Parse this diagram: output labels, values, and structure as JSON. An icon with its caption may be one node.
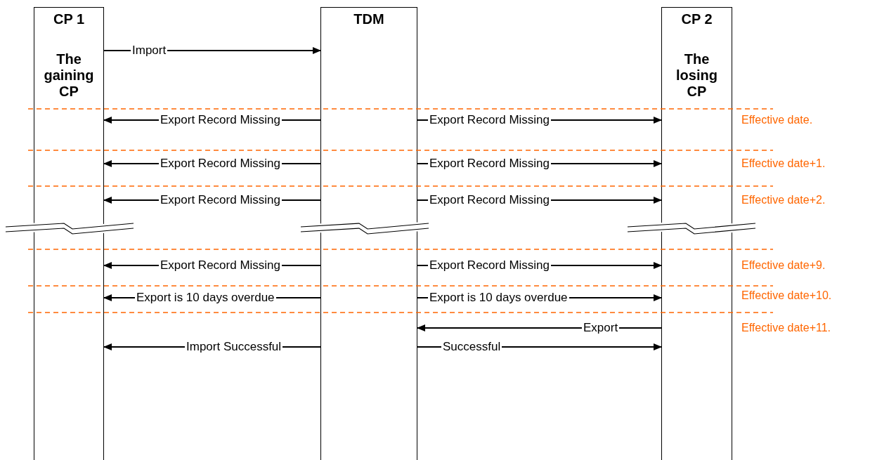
{
  "diagram": {
    "nodes": [
      {
        "text": [
          "CP 1",
          "The gaining CP"
        ]
      },
      {
        "text": [
          "TDM"
        ]
      },
      {
        "text": [
          "CP 2",
          "The losing CP"
        ]
      }
    ],
    "edges": [
      {
        "from": 0,
        "to": 1,
        "arrow": "to",
        "label": "Import"
      },
      {
        "from": 1,
        "to": 0,
        "arrow": "to",
        "label": "Export Record Missing"
      },
      {
        "from": 1,
        "to": 2,
        "arrow": "to",
        "label": "Export Record Missing"
      },
      {
        "from": 1,
        "to": 0,
        "arrow": "to",
        "label": "Export Record Missing"
      },
      {
        "from": 1,
        "to": 2,
        "arrow": "to",
        "label": "Export Record Missing"
      },
      {
        "from": 1,
        "to": 0,
        "arrow": "to",
        "label": "Export Record Missing"
      },
      {
        "from": 1,
        "to": 2,
        "arrow": "to",
        "label": "Export Record Missing"
      },
      {
        "from": 1,
        "to": 0,
        "arrow": "to",
        "label": "Export Record Missing"
      },
      {
        "from": 1,
        "to": 2,
        "arrow": "to",
        "label": "Export Record Missing"
      },
      {
        "from": 1,
        "to": 0,
        "arrow": "to",
        "label": "Export is 10 days overdue"
      },
      {
        "from": 1,
        "to": 2,
        "arrow": "to",
        "label": "Export is 10 days overdue"
      },
      {
        "from": 2,
        "to": 1,
        "arrow": "to",
        "label": "Export"
      },
      {
        "from": 1,
        "to": 2,
        "arrow": "to",
        "label": "Successful"
      },
      {
        "from": 1,
        "to": 0,
        "arrow": "to",
        "label": "Import Successful"
      }
    ],
    "labels": [
      "Effective date.",
      "Effective date+1.",
      "Effective date+2.",
      "Effective date+9.",
      "Effective date+10.",
      "Effective date+11."
    ]
  }
}
